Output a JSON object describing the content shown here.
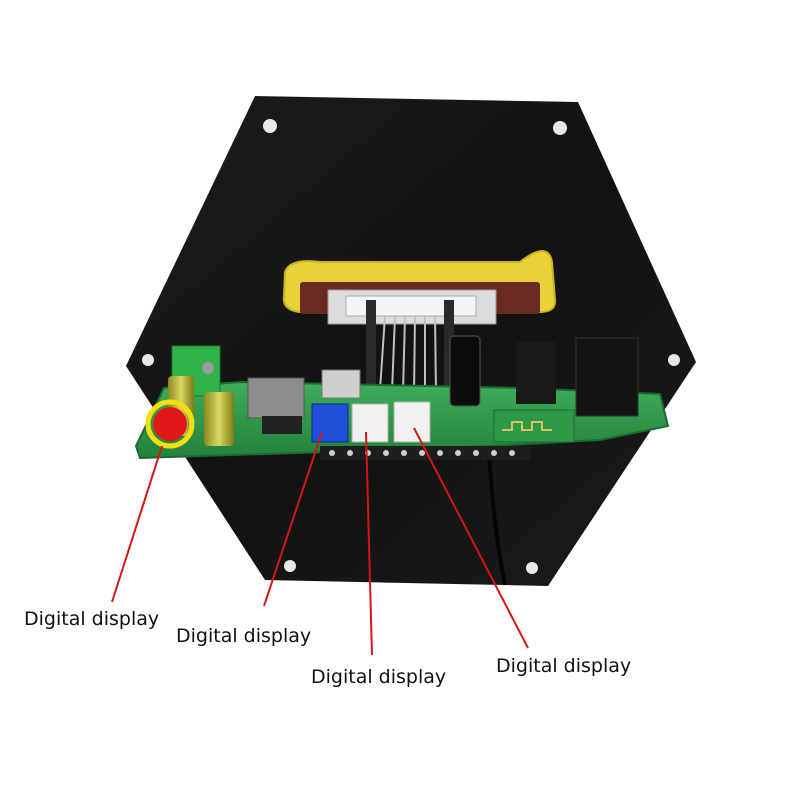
{
  "image": {
    "subject": "amplifier-board",
    "background_color": "#ffffff",
    "panel_color": "#151515",
    "pcb_color": "#2f9a4a",
    "highlight_color": "#f2e10c",
    "callout_line_color": "#d01818"
  },
  "callouts": [
    {
      "label": "Digital display"
    },
    {
      "label": "Digital display"
    },
    {
      "label": "Digital display"
    },
    {
      "label": "Digital display"
    }
  ]
}
